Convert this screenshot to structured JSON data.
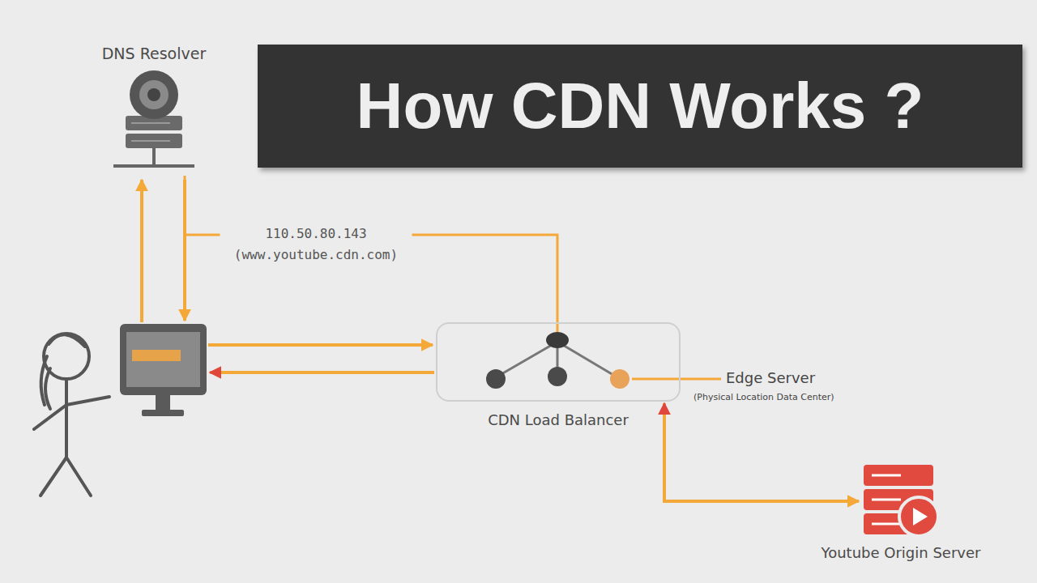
{
  "diagram": {
    "title": "How CDN Works ?",
    "nodes": [
      {
        "text": [
          "DNS Resolver"
        ]
      },
      {
        "text": [
          "CDN Load Balancer"
        ]
      },
      {
        "text": [
          "Youtube Origin Server"
        ]
      }
    ],
    "edges": [
      {
        "from": 0,
        "to": 1,
        "arrow": "none",
        "label": "110.50.80.143 (www.youtube.cdn.com)"
      },
      {
        "from": 1,
        "to": 2,
        "arrow": "both"
      }
    ],
    "labels": [
      "Edge Server",
      "(Physical Location Data Center)"
    ]
  }
}
